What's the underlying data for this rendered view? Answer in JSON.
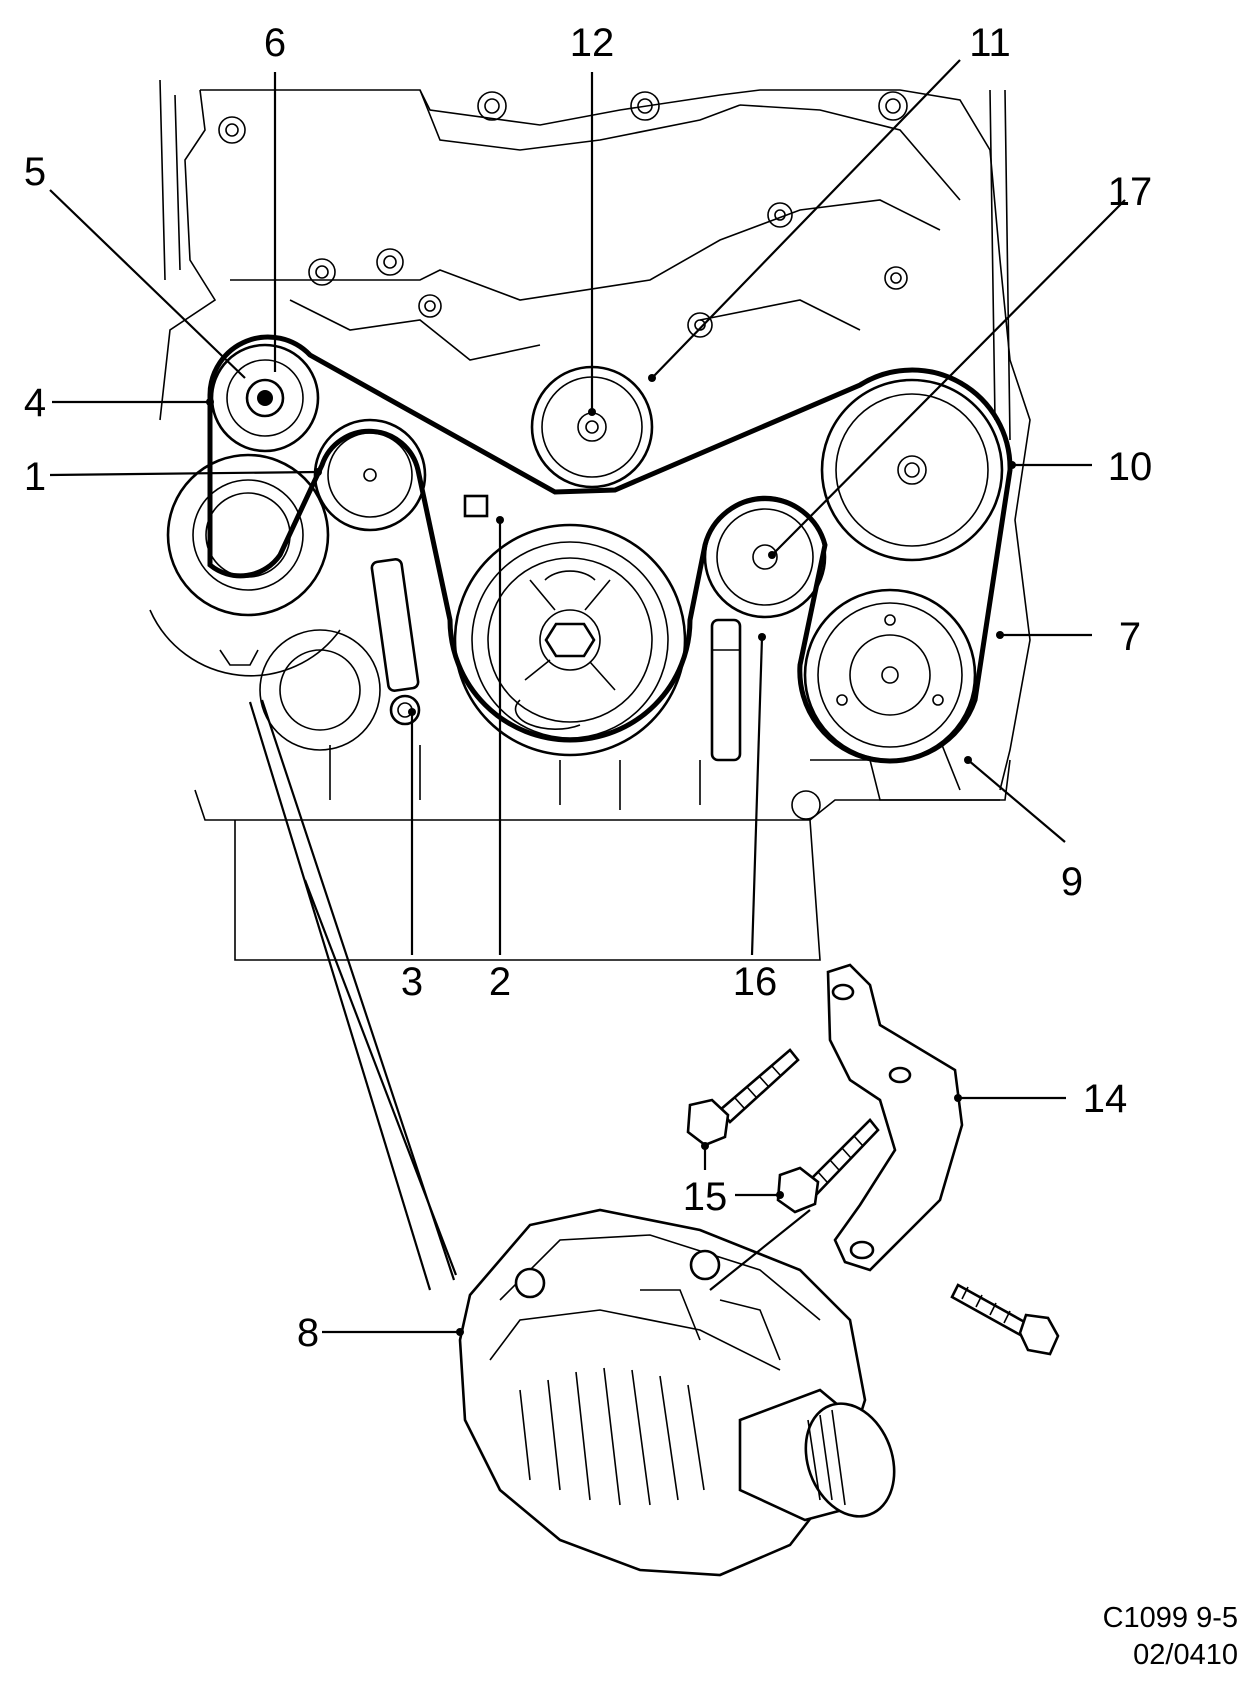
{
  "diagram": {
    "callouts": [
      {
        "id": "1",
        "label": "1"
      },
      {
        "id": "2",
        "label": "2"
      },
      {
        "id": "3",
        "label": "3"
      },
      {
        "id": "4",
        "label": "4"
      },
      {
        "id": "5",
        "label": "5"
      },
      {
        "id": "6",
        "label": "6"
      },
      {
        "id": "7",
        "label": "7"
      },
      {
        "id": "8",
        "label": "8"
      },
      {
        "id": "9",
        "label": "9"
      },
      {
        "id": "10",
        "label": "10"
      },
      {
        "id": "11",
        "label": "11"
      },
      {
        "id": "12",
        "label": "12"
      },
      {
        "id": "14",
        "label": "14"
      },
      {
        "id": "15",
        "label": "15"
      },
      {
        "id": "16",
        "label": "16"
      },
      {
        "id": "17",
        "label": "17"
      }
    ],
    "drawing_code": {
      "line1": "C1099 9-5",
      "line2": "02/0410"
    }
  }
}
